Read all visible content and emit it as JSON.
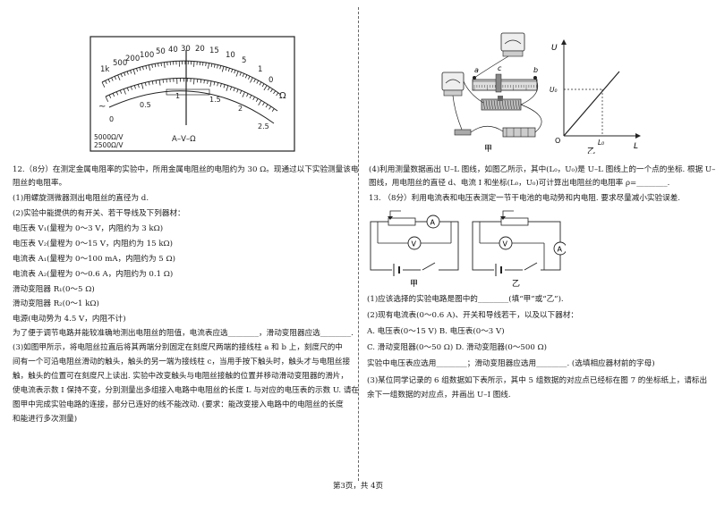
{
  "meter": {
    "ohm_scale": [
      "1k",
      "500",
      "200",
      "100",
      "50",
      "40",
      "30",
      "20",
      "15",
      "10",
      "5",
      "1",
      "0"
    ],
    "ohm_symbol": "Ω",
    "dc_scale": [
      "0",
      "0.5",
      "1",
      "1.5",
      "2",
      "2.5"
    ],
    "ac_label": "~",
    "ohm_per_volt_1": "5000Ω/V",
    "ohm_per_volt_2": "2500Ω/V",
    "center_label": "A–V–Ω"
  },
  "q12": {
    "lines": [
      "12.（8分）在测定金属电阻率的实验中，所用金属电阻丝的电阻约为 30 Ω。现通过以下实验测量该电",
      "阻丝的电阻率。",
      "(1)用螺旋测微器测出电阻丝的直径为 d.",
      "(2)实验中能提供的有开关、若干导线及下列器材：",
      "电压表 V₁(量程为 0～3 V，内阻约为 3 kΩ)",
      "电压表 V₂(量程为 0～15 V，内阻约为 15 kΩ)",
      "电流表 A₁(量程为 0～100 mA，内阻约为 5 Ω)",
      "电流表 A₂(量程为 0～0.6 A，内阻约为 0.1 Ω)",
      "滑动变阻器 R₁(0～5 Ω)",
      "滑动变阻器 R₂(0～1 kΩ)",
      "电源(电动势为 4.5 V，内阻不计)",
      "为了便于调节电路并能较准确地测出电阻丝的阻值，电流表应选________，滑动变阻器应选________.",
      "(3)如图甲所示，将电阻丝拉直后将其两端分别固定在刻度尺两端的接线柱 a 和 b 上，刻度尺的中",
      "间有一个可沿电阻丝滑动的触头，触头的另一端为接线柱 c，当用手按下触头时，触头才与电阻丝接",
      "触，触头的位置可在刻度尺上读出. 实验中改变触头与电阻丝接触的位置并移动滑动变阻器的滑片，",
      "使电流表示数 I 保持不变，分别测量出多组接入电路中电阻丝的长度 L 与对应的电压表的示数 U. 请在",
      "图甲中完成实验电路的连接，部分已连好的线不能改动. (要求：能改变接入电路中的电阻丝的长度",
      "和能进行多次测量)"
    ]
  },
  "q12_4": {
    "lines": [
      "(4)利用测量数据画出 U–L 图线，如图乙所示，其中(L₀，U₀)是 U–L 图线上的一个点的坐标. 根据 U–L",
      "图线，用电阻丝的直径 d、电流 I 和坐标(L₀，U₀)可计算出电阻丝的电阻率 ρ=________."
    ]
  },
  "fig_top": {
    "label_jia": "甲",
    "label_yi": "乙",
    "point_a": "a",
    "point_b": "b",
    "point_c": "c",
    "axis_u": "U",
    "axis_l": "L",
    "u0": "U₀",
    "l0": "L₀",
    "origin": "O"
  },
  "q13": {
    "lines": [
      "13. （8分）利用电流表和电压表测定一节干电池的电动势和内电阻. 要求尽量减小实验误差."
    ],
    "fig_jia": "甲",
    "fig_yi": "乙",
    "meter_a": "A",
    "meter_v": "V",
    "after": [
      "(1)应该选择的实验电路是图中的________(填“甲”或“乙”).",
      "(2)现有电流表(0～0.6 A)、开关和导线若干，以及以下器材：",
      "A. 电压表(0～15 V)    B. 电压表(0～3 V)",
      "C. 滑动变阻器(0～50 Ω)    D. 滑动变阻器(0～500 Ω)",
      "实验中电压表应选用________；滑动变阻器应选用________. (选填相应器材前的字母)",
      "(3)某位同学记录的 6 组数据如下表所示，其中 5 组数据的对应点已经标在图 7 的坐标纸上，请标出",
      "余下一组数据的对应点，并画出 U–I 图线."
    ]
  },
  "footer": "第3页，共 4页"
}
